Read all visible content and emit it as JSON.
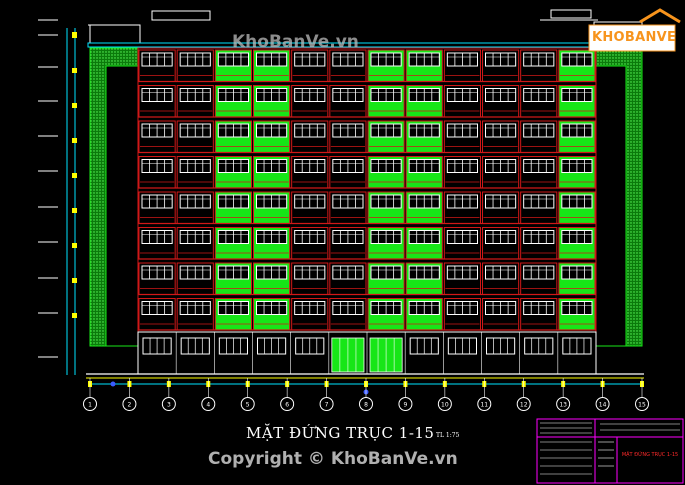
{
  "drawing": {
    "title": "MẶT ĐỨNG TRỤC 1-15",
    "scale": "TL 1:75",
    "watermark_top": "KhoBanVe.vn",
    "copyright": "Copyright © KhoBanVe.vn",
    "logo_text": "KHOBANVE",
    "title_block_name": "MẶT ĐỨNG TRỤC 1-15"
  },
  "axes": [
    "1",
    "2",
    "3",
    "4",
    "5",
    "6",
    "7",
    "8",
    "9",
    "10",
    "11",
    "12",
    "13",
    "14",
    "15"
  ],
  "building": {
    "floors_typical": 8,
    "bays": 12,
    "colors": {
      "green": "#17e617",
      "red": "#d01818",
      "white": "#ffffff",
      "cyan": "#00e5ff",
      "yellow": "#ffff00",
      "blue": "#3b5bff",
      "magenta": "#ff00ff",
      "background": "#000000"
    }
  }
}
